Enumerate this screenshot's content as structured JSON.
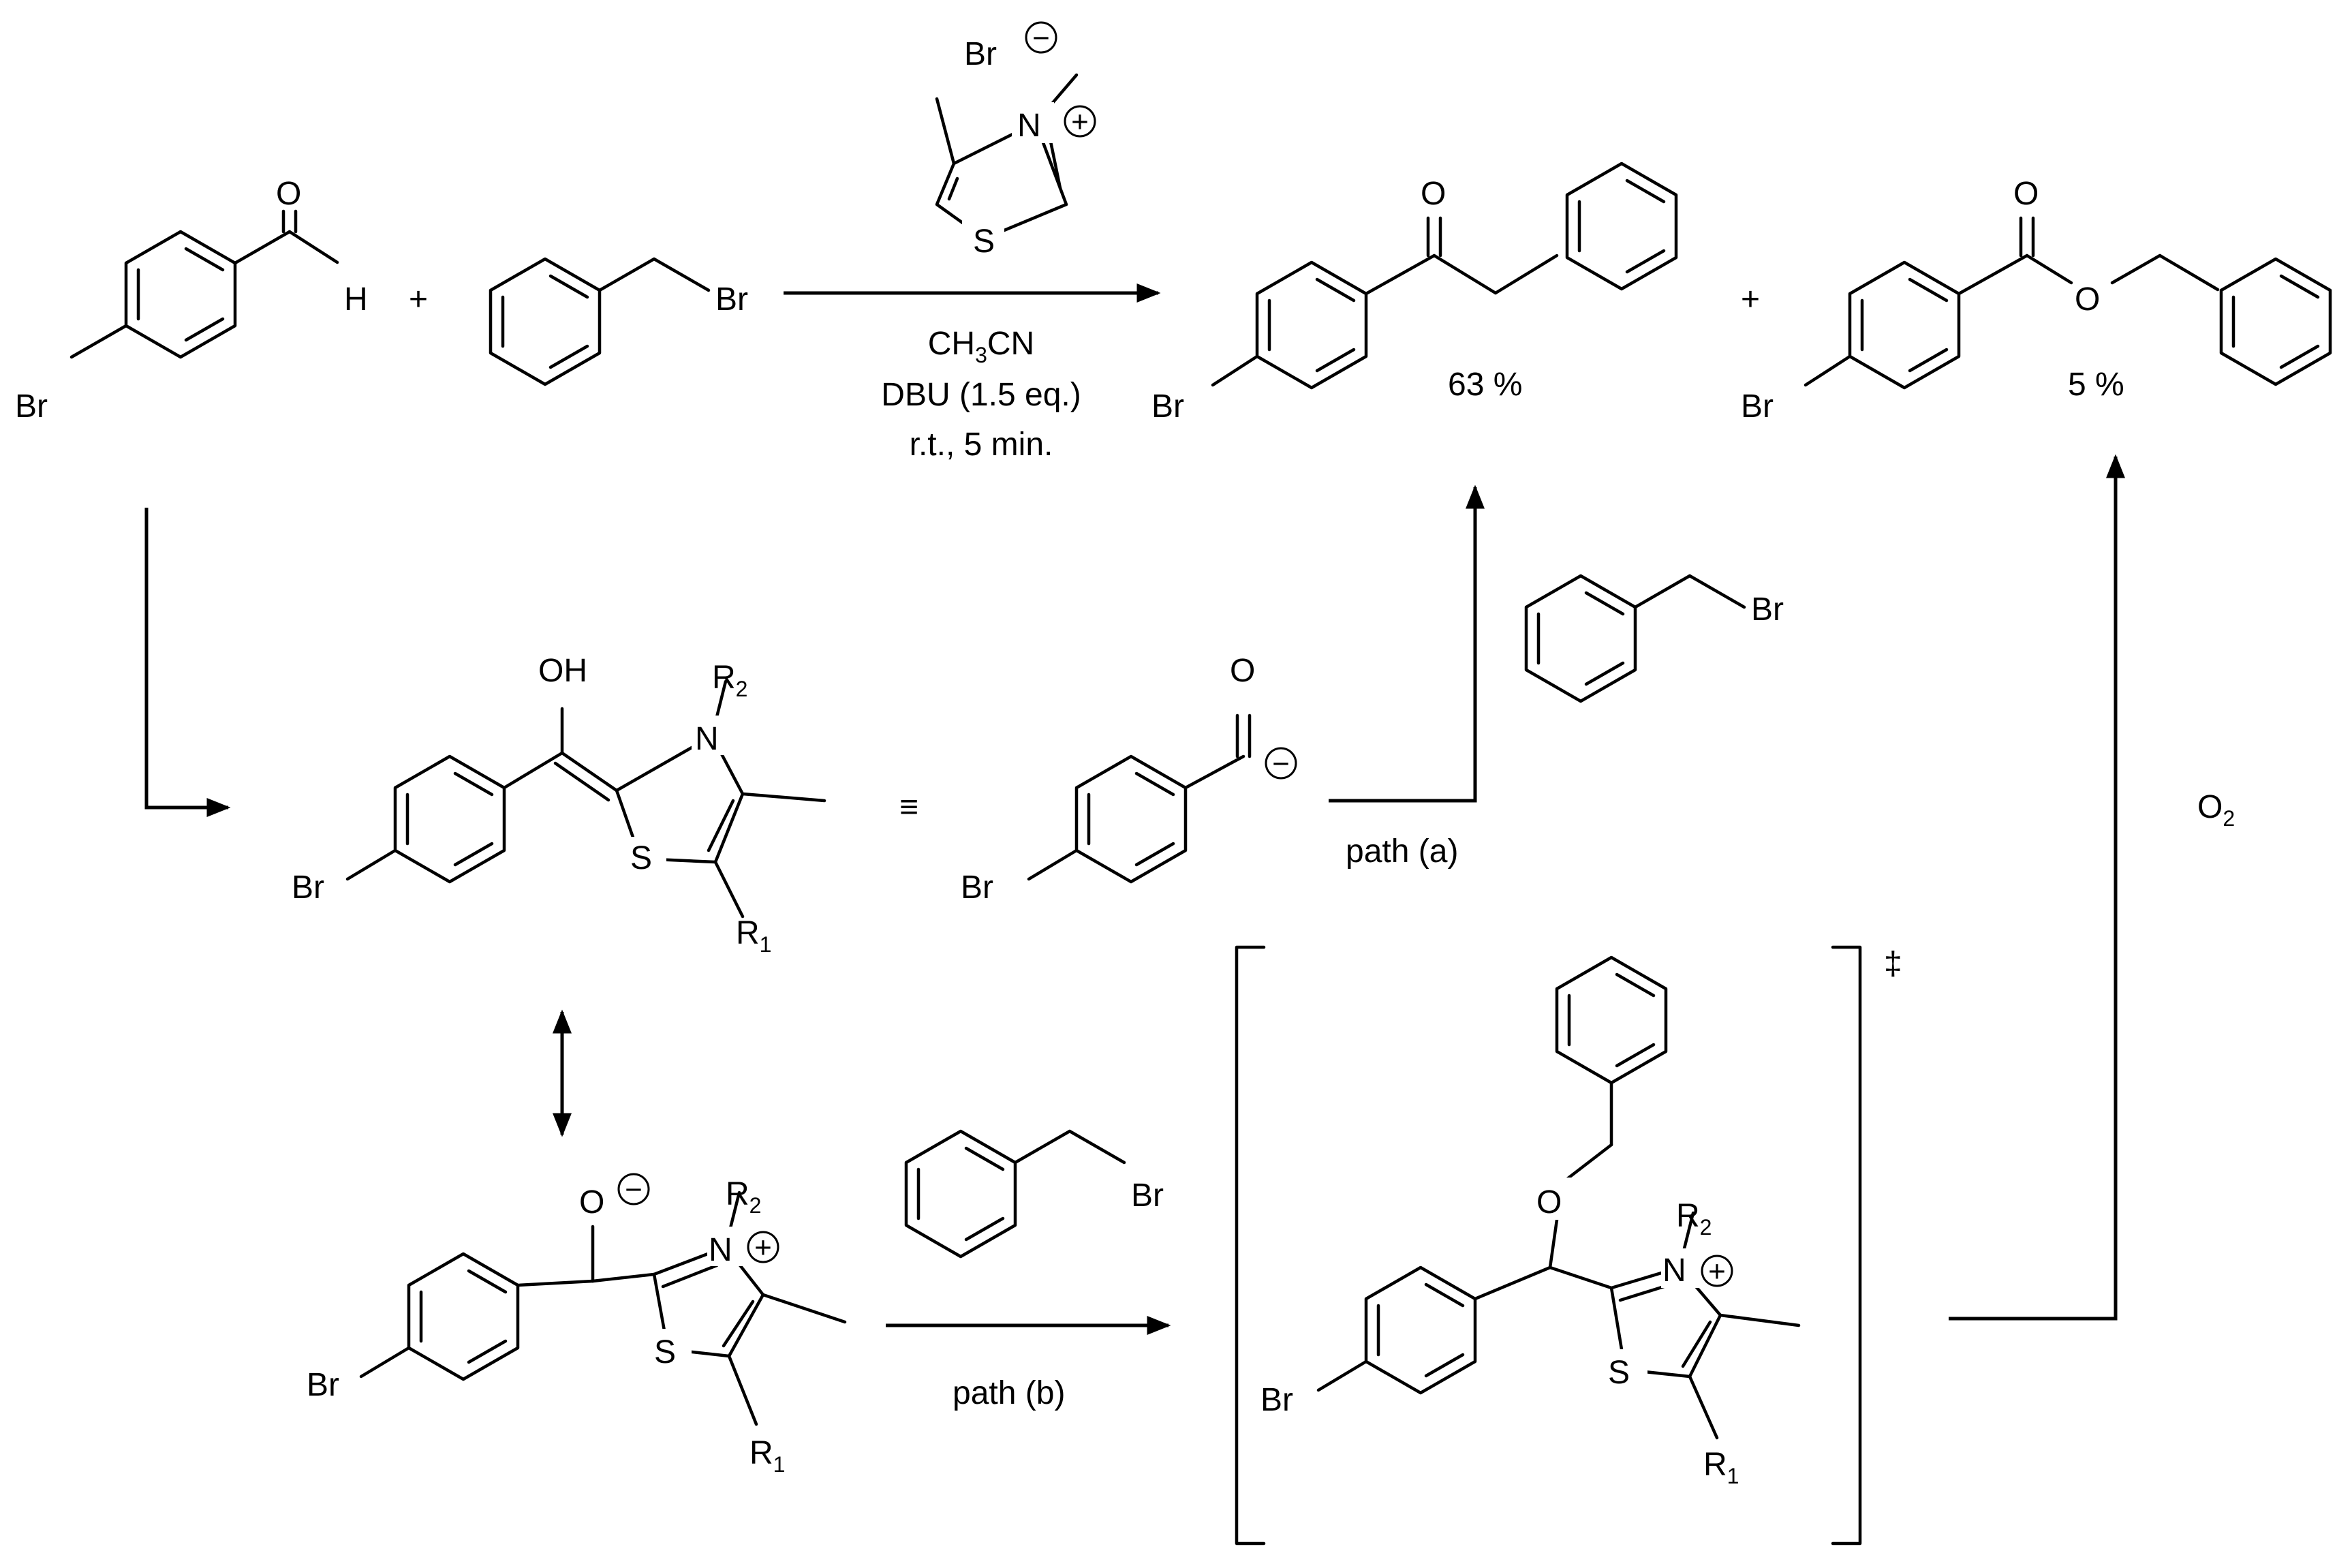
{
  "reaction": {
    "reactant_1": "4-bromobenzaldehyde",
    "reactant_2": "benzyl bromide",
    "catalyst": "3,4-dimethylthiazolium bromide",
    "solvent": "CH3CN",
    "base": "DBU (1.5 eq.)",
    "temperature": "r.t., 5 min.",
    "yield_ketone": "63 %",
    "yield_ester": "5 %",
    "plus": "+"
  },
  "atoms": {
    "Br": "Br",
    "O": "O",
    "H": "H",
    "OH": "OH",
    "N": "N",
    "S": "S",
    "R": "R",
    "sub1": "1",
    "sub2": "2",
    "minus": "−",
    "plus": "+",
    "equiv": "≡",
    "dagger": "‡"
  },
  "labels": {
    "ch3cn_a": "CH",
    "ch3cn_sub": "3",
    "ch3cn_b": "CN",
    "path_a": "path (a)",
    "path_b": "path (b)",
    "o2": "O",
    "o2_sub": "2"
  }
}
